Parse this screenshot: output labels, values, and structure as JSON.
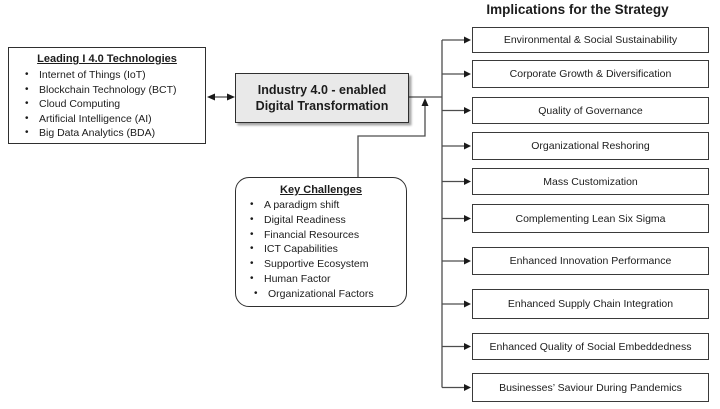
{
  "technologies": {
    "title": "Leading I 4.0 Technologies",
    "items": [
      "Internet of Things (IoT)",
      "Blockchain Technology (BCT)",
      "Cloud Computing",
      "Artificial Intelligence (AI)",
      "Big Data Analytics (BDA)"
    ]
  },
  "center": {
    "label": "Industry 4.0 - enabled Digital Transformation"
  },
  "challenges": {
    "title": "Key Challenges",
    "items": [
      "A paradigm shift",
      "Digital Readiness",
      "Financial Resources",
      "ICT Capabilities",
      "Supportive Ecosystem",
      "Human Factor",
      "Organizational Factors"
    ]
  },
  "implications": {
    "title": "Implications for the Strategy",
    "items": [
      "Environmental & Social Sustainability",
      "Corporate Growth & Diversification",
      "Quality of Governance",
      "Organizational Reshoring",
      "Mass Customization",
      "Complementing Lean Six Sigma",
      "Enhanced Innovation Performance",
      "Enhanced Supply Chain Integration",
      "Enhanced Quality of Social Embeddedness",
      "Businesses’ Saviour During Pandemics"
    ]
  },
  "colors": {
    "background": "#ffffff",
    "box_border": "#2f2f2f",
    "center_box_fill": "#e9e9e9",
    "connector_line": "#4d4d4d",
    "arrowhead": "#1a1a1a",
    "text": "#1c1c1c"
  }
}
